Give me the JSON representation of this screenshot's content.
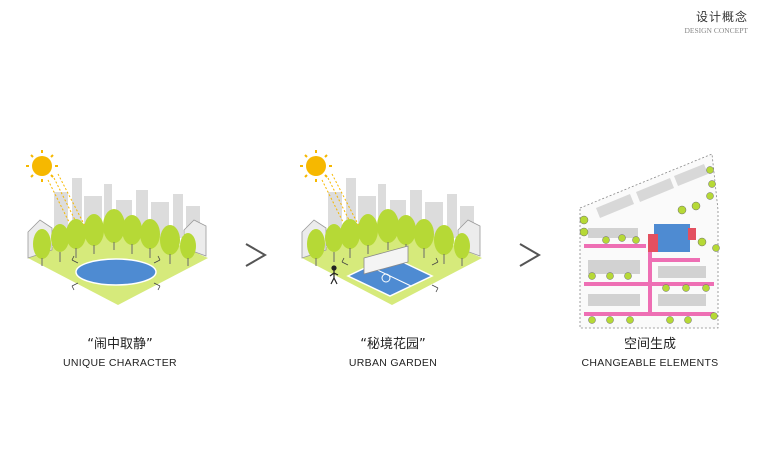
{
  "header": {
    "title_cn": "设计概念",
    "title_en": "DESIGN CONCEPT"
  },
  "panels": [
    {
      "title_cn": "“闹中取静”",
      "title_en": "UNIQUE CHARACTER",
      "icon": "sun-icon"
    },
    {
      "title_cn": "“秘境花园”",
      "title_en": "URBAN GARDEN",
      "icon": "sun-icon"
    },
    {
      "title_cn": "空间生成",
      "title_en": "CHANGEABLE ELEMENTS"
    }
  ],
  "arrows": [
    "greater-than-arrow-icon",
    "greater-than-arrow-icon"
  ],
  "colors": {
    "sun": "#f6b800",
    "tree": "#b6d936",
    "grass": "#d6ea7b",
    "water": "#4e8bd2",
    "building": "#cfcfcf",
    "path": "#ee6fb4",
    "accent_red": "#e35060"
  }
}
